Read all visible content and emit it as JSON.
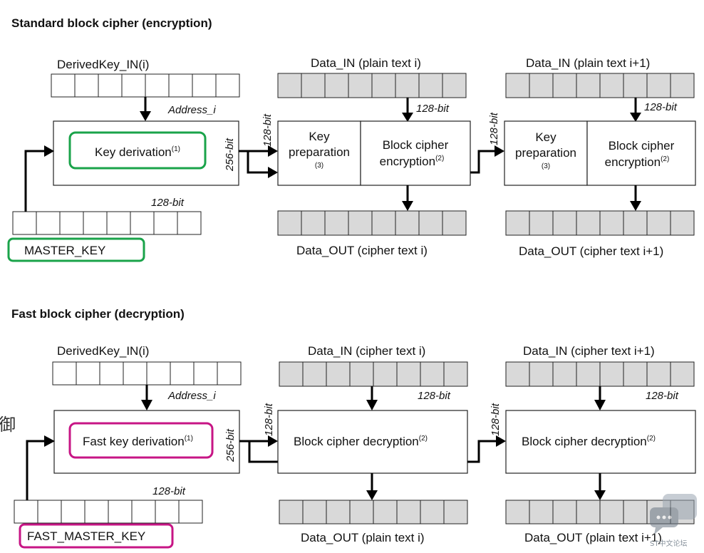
{
  "enc": {
    "title": "Standard block cipher (encryption)",
    "derived_key_label": "DerivedKey_IN(i)",
    "address_label": "Address_i",
    "key_derivation_label": "Key derivation",
    "key_derivation_note": "(1)",
    "bit_256": "256-bit",
    "bit_128_key": "128-bit",
    "bit_128_a": "128-bit",
    "bit_128_b": "128-bit",
    "bit_128_in1": "128-bit",
    "bit_128_in2": "128-bit",
    "master_key_label": "MASTER_KEY",
    "data_in_1": "Data_IN (plain text i)",
    "data_in_2": "Data_IN (plain text i+1)",
    "data_out_1": "Data_OUT (cipher text i)",
    "data_out_2": "Data_OUT (cipher text i+1)",
    "key_prep_line1": "Key",
    "key_prep_line2": "preparation",
    "key_prep_note": "(3)",
    "cipher_line1": "Block cipher",
    "cipher_line2": "encryption",
    "cipher_note": "(2)"
  },
  "dec": {
    "title": "Fast block cipher (decryption)",
    "derived_key_label": "DerivedKey_IN(i)",
    "address_label": "Address_i",
    "key_derivation_label": "Fast key derivation",
    "key_derivation_note": "(1)",
    "bit_256": "256-bit",
    "bit_128_key": "128-bit",
    "bit_128_a": "128-bit",
    "bit_128_b": "128-bit",
    "bit_128_in1": "128-bit",
    "bit_128_in2": "128-bit",
    "master_key_label": "FAST_MASTER_KEY",
    "data_in_1": "Data_IN (cipher text i)",
    "data_in_2": "Data_IN (cipher text i+1)",
    "data_out_1": "Data_OUT (plain text i)",
    "data_out_2": "Data_OUT (plain text i+1)",
    "cipher_label": "Block cipher decryption",
    "cipher_note": "(2)"
  },
  "watermark": {
    "side_char": "御",
    "site_text": "ST中文论坛"
  },
  "colors": {
    "encryption_highlight": "#1aa34a",
    "decryption_highlight": "#c71585",
    "register_fill": "#d9d9d9"
  }
}
